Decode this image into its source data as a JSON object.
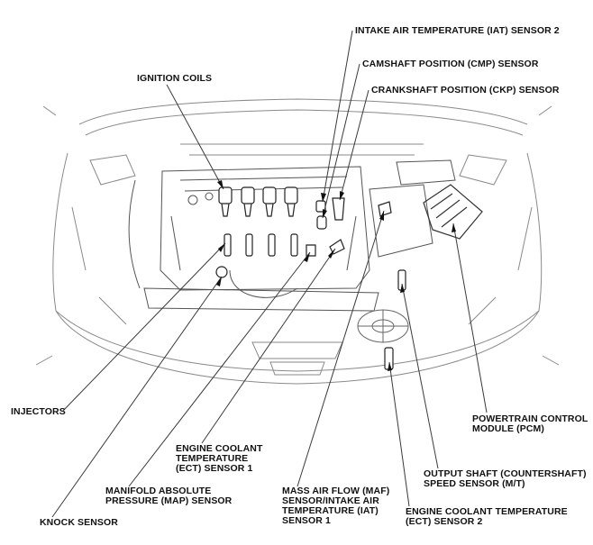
{
  "diagram": {
    "callouts": {
      "iat2": [
        "INTAKE AIR TEMPERATURE (IAT) SENSOR 2"
      ],
      "cmp": [
        "CAMSHAFT POSITION (CMP) SENSOR"
      ],
      "ckp": [
        "CRANKSHAFT POSITION (CKP) SENSOR"
      ],
      "ignition_coils": [
        "IGNITION COILS"
      ],
      "injectors": [
        "INJECTORS"
      ],
      "ect1": [
        "ENGINE COOLANT",
        "TEMPERATURE",
        "(ECT) SENSOR 1"
      ],
      "map": [
        "MANIFOLD ABSOLUTE",
        "PRESSURE (MAP) SENSOR"
      ],
      "knock": [
        "KNOCK SENSOR"
      ],
      "maf": [
        "MASS AIR FLOW (MAF)",
        "SENSOR/INTAKE AIR",
        "TEMPERATURE (IAT)",
        "SENSOR 1"
      ],
      "oss": [
        "OUTPUT SHAFT (COUNTERSHAFT)",
        "SPEED SENSOR (M/T)"
      ],
      "ect2": [
        "ENGINE COOLANT TEMPERATURE",
        "(ECT) SENSOR 2"
      ],
      "pcm": [
        "POWERTRAIN CONTROL",
        "MODULE (PCM)"
      ]
    },
    "colors": {
      "ink": "#111111",
      "line": "#3a3a3a",
      "light": "#8a8a8a",
      "background": "#ffffff"
    }
  }
}
